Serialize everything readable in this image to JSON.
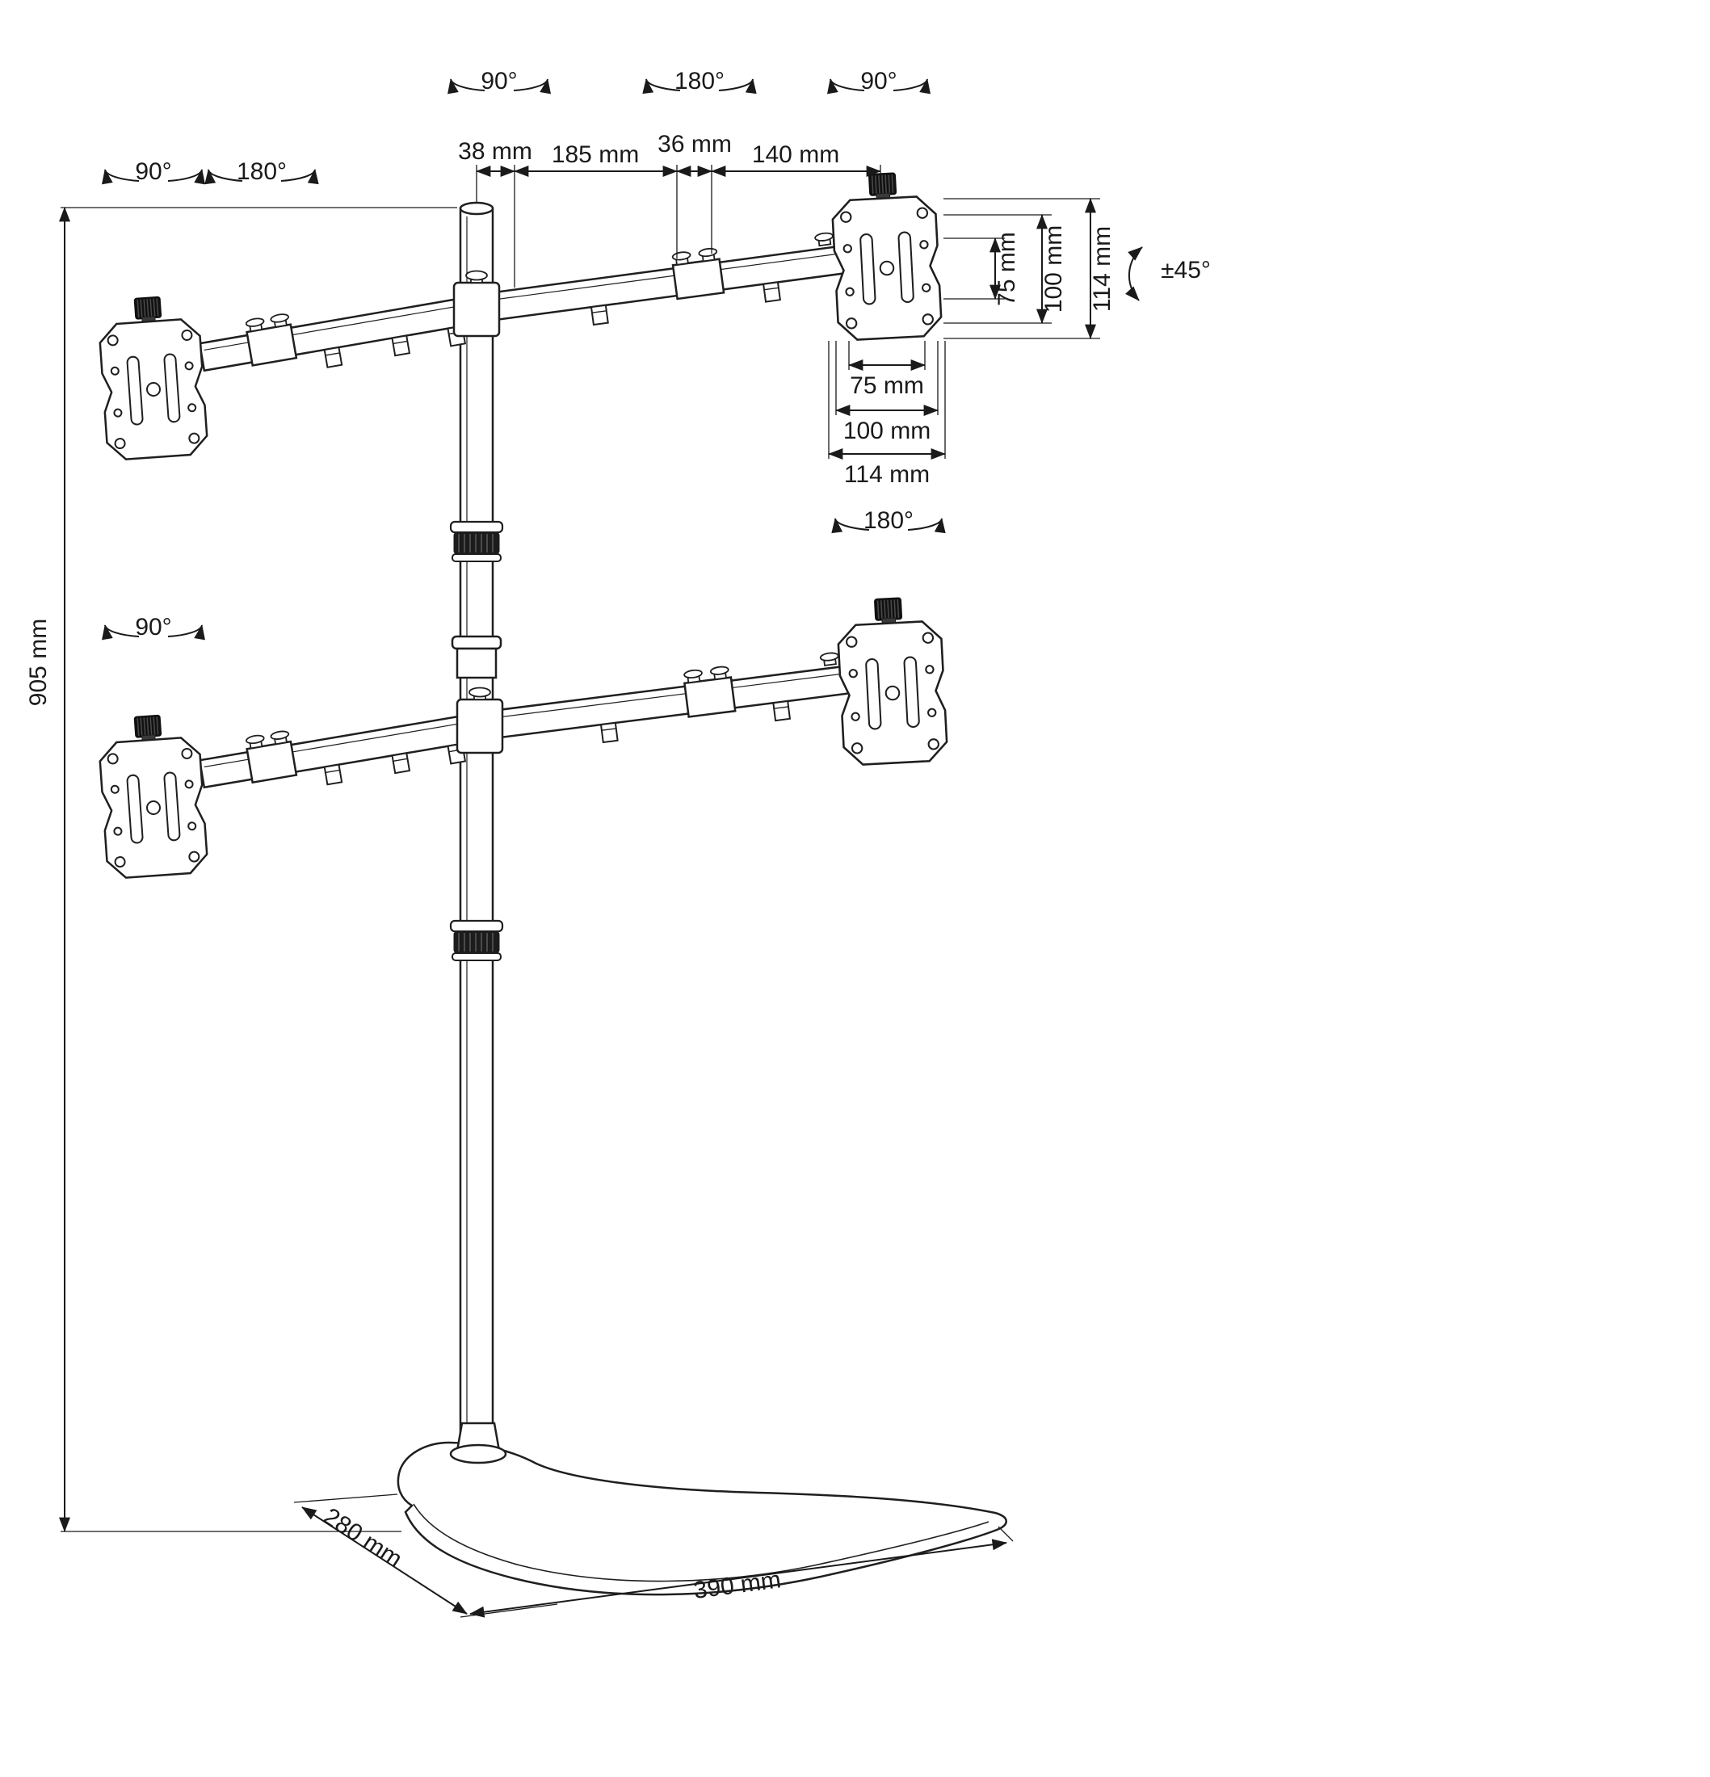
{
  "diagram": {
    "title": "Quad monitor desk stand dimensional drawing",
    "line_color": "#1f1f1f",
    "background": "#ffffff"
  },
  "dims": {
    "d38": "38 mm",
    "d185": "185 mm",
    "d36": "36 mm",
    "d140": "140 mm",
    "d905": "905 mm",
    "v75": "75 mm",
    "v100": "100 mm",
    "v114": "114 mm",
    "h75": "75 mm",
    "h100": "100 mm",
    "h114": "114 mm",
    "d280": "280 mm",
    "d390": "390 mm"
  },
  "angles": {
    "top_pole": "90°",
    "top_mid": "180°",
    "top_plate": "90°",
    "upper_left_plate": "90°",
    "upper_left_arm": "180°",
    "lower_left_plate": "90°",
    "lower_right_arm": "180°",
    "tilt": "±45°"
  }
}
